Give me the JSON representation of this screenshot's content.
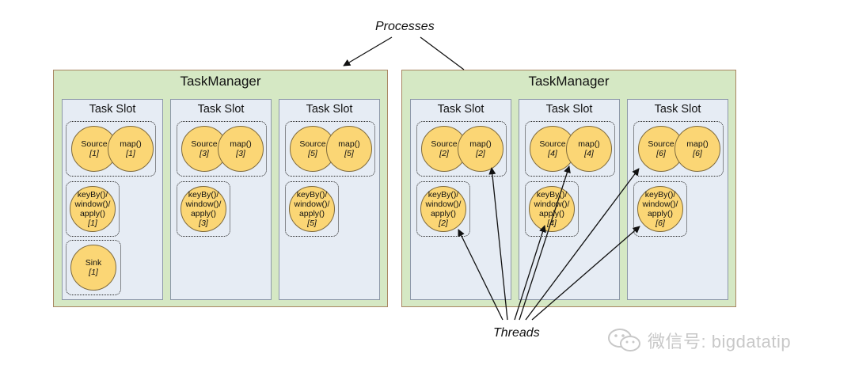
{
  "labels": {
    "processes": "Processes",
    "threads": "Threads"
  },
  "watermark": "微信号: bigdatatip",
  "colors": {
    "taskmanager_bg": "#d5e8c4",
    "slot_bg": "#e6ecf4",
    "operator_fill": "#fbd675",
    "taskmanager_border": "#a98662"
  },
  "taskmanagers": [
    {
      "title": "TaskManager",
      "slots": [
        {
          "title": "Task Slot",
          "chain": {
            "source": [
              "Source",
              "[1]"
            ],
            "map": [
              "map()",
              "[1]"
            ]
          },
          "window": [
            "keyBy()/",
            "window()/",
            "apply()",
            "[1]"
          ],
          "sink": [
            "Sink",
            "[1]"
          ]
        },
        {
          "title": "Task Slot",
          "chain": {
            "source": [
              "Source",
              "[3]"
            ],
            "map": [
              "map()",
              "[3]"
            ]
          },
          "window": [
            "keyBy()/",
            "window()/",
            "apply()",
            "[3]"
          ]
        },
        {
          "title": "Task Slot",
          "chain": {
            "source": [
              "Source",
              "[5]"
            ],
            "map": [
              "map()",
              "[5]"
            ]
          },
          "window": [
            "keyBy()/",
            "window()/",
            "apply()",
            "[5]"
          ]
        }
      ]
    },
    {
      "title": "TaskManager",
      "slots": [
        {
          "title": "Task Slot",
          "chain": {
            "source": [
              "Source",
              "[2]"
            ],
            "map": [
              "map()",
              "[2]"
            ]
          },
          "window": [
            "keyBy()/",
            "window()/",
            "apply()",
            "[2]"
          ]
        },
        {
          "title": "Task Slot",
          "chain": {
            "source": [
              "Source",
              "[4]"
            ],
            "map": [
              "map()",
              "[4]"
            ]
          },
          "window": [
            "keyBy()/",
            "window()/",
            "apply()",
            "[4]"
          ]
        },
        {
          "title": "Task Slot",
          "chain": {
            "source": [
              "Source",
              "[6]"
            ],
            "map": [
              "map()",
              "[6]"
            ]
          },
          "window": [
            "keyBy()/",
            "window()/",
            "apply()",
            "[6]"
          ]
        }
      ]
    }
  ]
}
